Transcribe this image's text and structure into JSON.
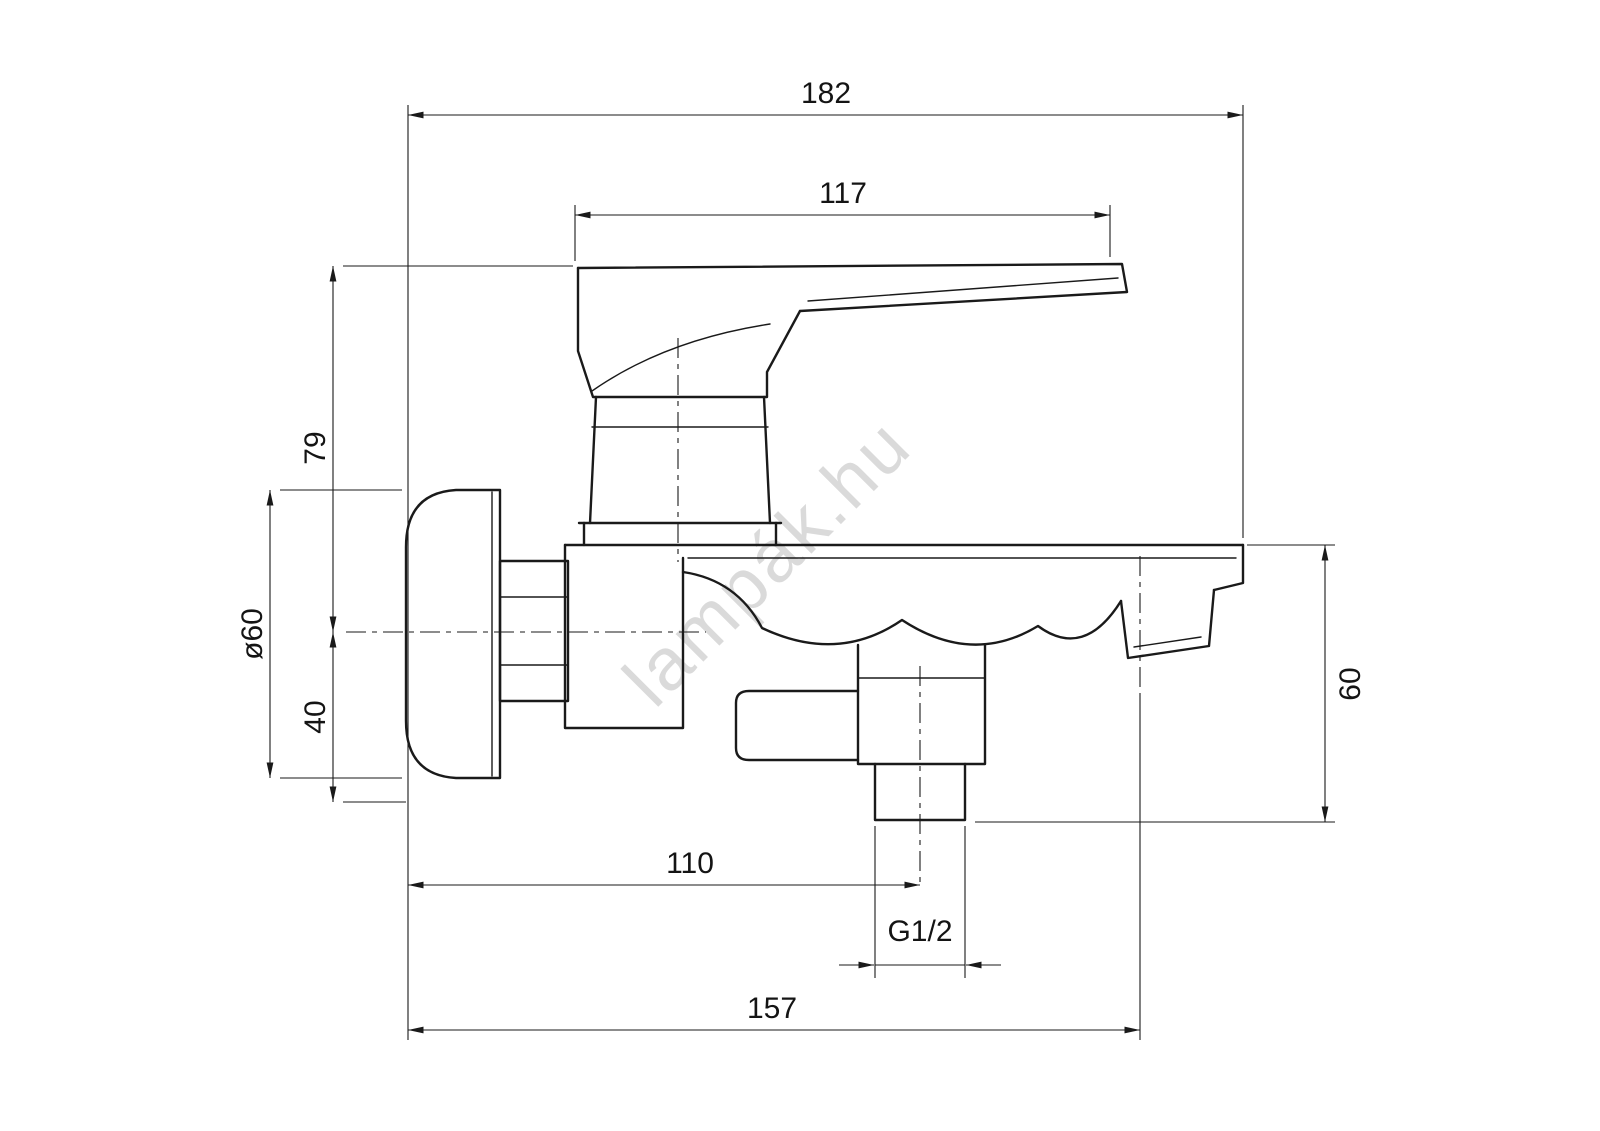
{
  "watermark": "lampák.hu",
  "dimensions": {
    "top_width": "182",
    "lever_length": "117",
    "upper_height": "79",
    "flange_diameter": "ø60",
    "lower_height": "40",
    "right_height": "60",
    "outlet_offset": "110",
    "thread_size": "G1/2",
    "bottom_width": "157"
  },
  "colors": {
    "line": "#1a1a1a",
    "watermark": "#a8a8a8",
    "background": "#ffffff"
  }
}
